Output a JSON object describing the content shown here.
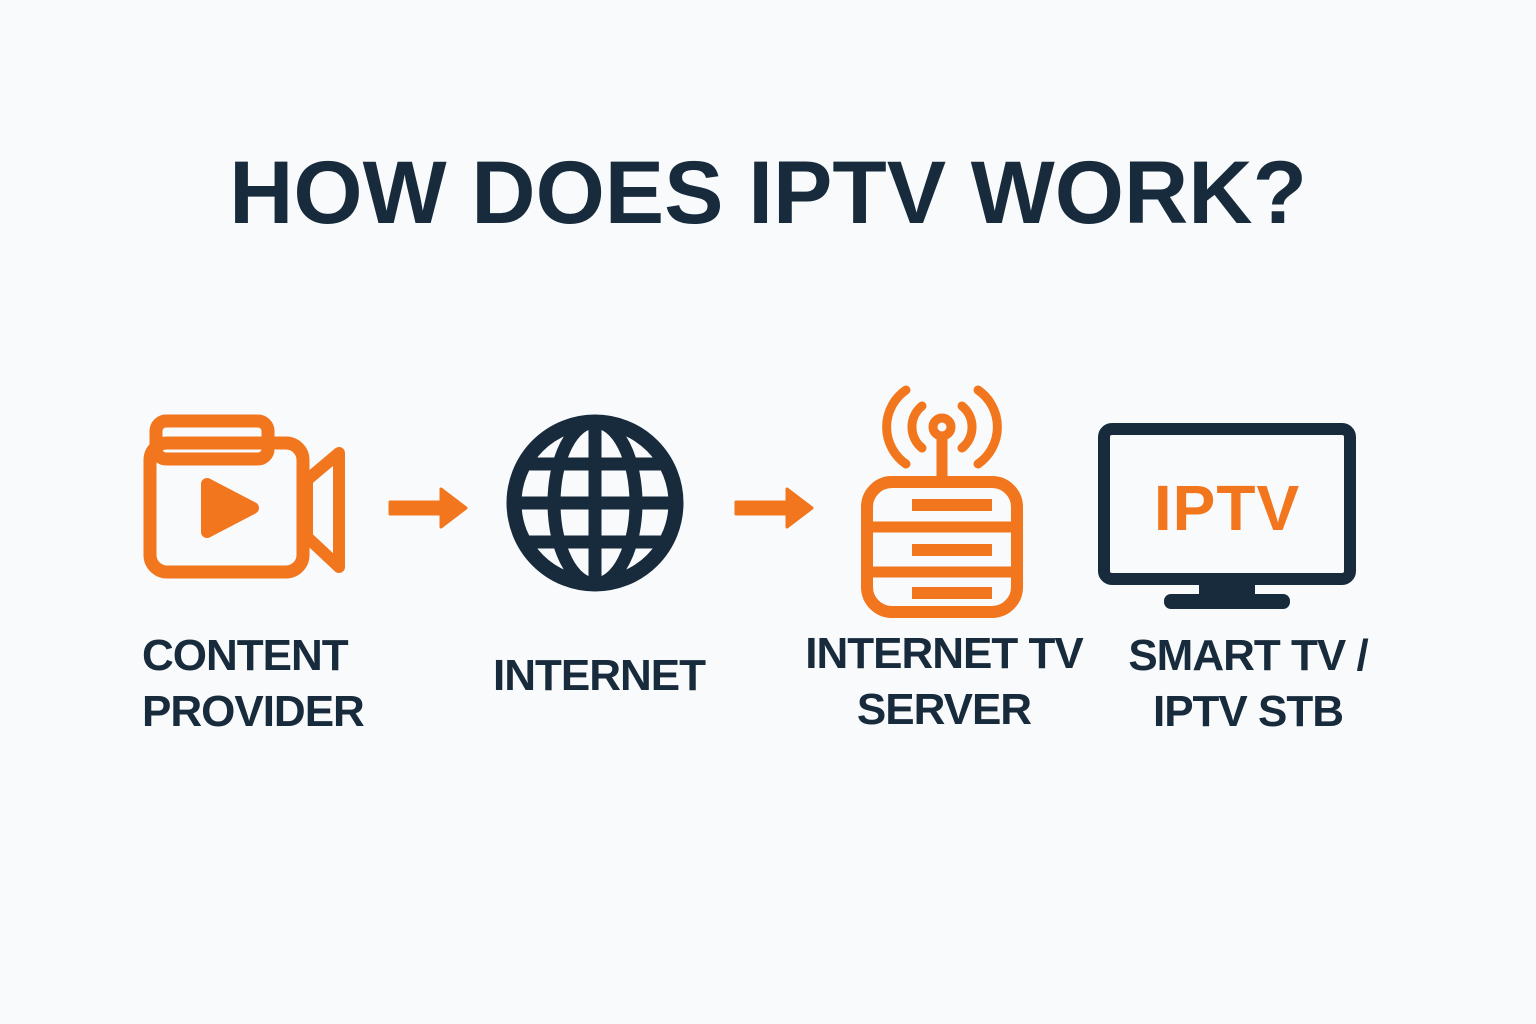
{
  "page": {
    "title": "HOW DOES IPTV WORK?"
  },
  "colors": {
    "accent_orange": "#F2761D",
    "dark_navy": "#182B3C",
    "background": "#F8FAFB"
  },
  "flow": {
    "steps": [
      {
        "id": "content-provider",
        "icon": "video-camera-icon",
        "label_lines": [
          "CONTENT",
          "PROVIDER"
        ]
      },
      {
        "id": "internet",
        "icon": "globe-icon",
        "label_lines": [
          "INTERNET"
        ]
      },
      {
        "id": "internet-tv-server",
        "icon": "server-antenna-icon",
        "label_lines": [
          "INTERNET TV",
          "SERVER"
        ]
      },
      {
        "id": "smart-tv-iptv-stb",
        "icon": "smart-tv-icon",
        "label_lines": [
          "SMART TV /",
          "IPTV STB"
        ],
        "tv_screen_text": "IPTV"
      }
    ],
    "connectors": [
      "right-arrow-icon",
      "right-arrow-icon"
    ]
  }
}
